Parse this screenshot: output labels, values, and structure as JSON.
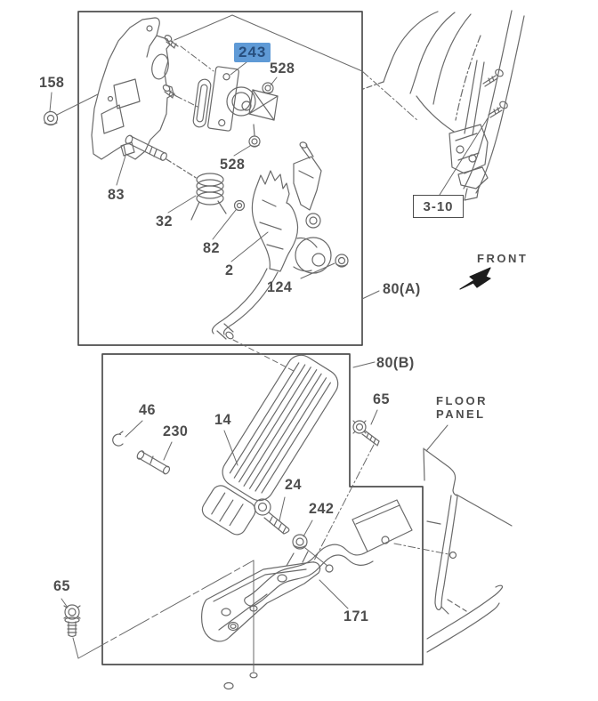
{
  "diagram_title": "accelerator-pedal-parts-diagram",
  "selected_callout": "243",
  "colors": {
    "line": "#6a6a6a",
    "box_border": "#4d4d4d",
    "label_text": "#4d4d4d",
    "highlight_bg": "#5f9ad6",
    "highlight_text": "#274e7d",
    "arrow": "#1c1c1c"
  },
  "labels": {
    "l158": "158",
    "l83": "83",
    "l32": "32",
    "l82": "82",
    "l2": "2",
    "l528a": "528",
    "l528b": "528",
    "l243": "243",
    "l124": "124",
    "l80a": "80(A)",
    "l80b": "80(B)",
    "l310": "3-10",
    "l46": "46",
    "l230": "230",
    "l14": "14",
    "l65a": "65",
    "l65b": "65",
    "l24": "24",
    "l242": "242",
    "l171": "171",
    "front": "FRONT",
    "floor1": "FLOOR",
    "floor2": "PANEL"
  },
  "assemblies": {
    "upper_box_label": "80(A)",
    "lower_box_label": "80(B)",
    "upper_callouts": [
      "158",
      "83",
      "243",
      "528",
      "528",
      "32",
      "82",
      "2",
      "124"
    ],
    "lower_callouts": [
      "46",
      "230",
      "14",
      "65",
      "24",
      "242",
      "171",
      "65"
    ],
    "cross_reference": "3-10"
  }
}
